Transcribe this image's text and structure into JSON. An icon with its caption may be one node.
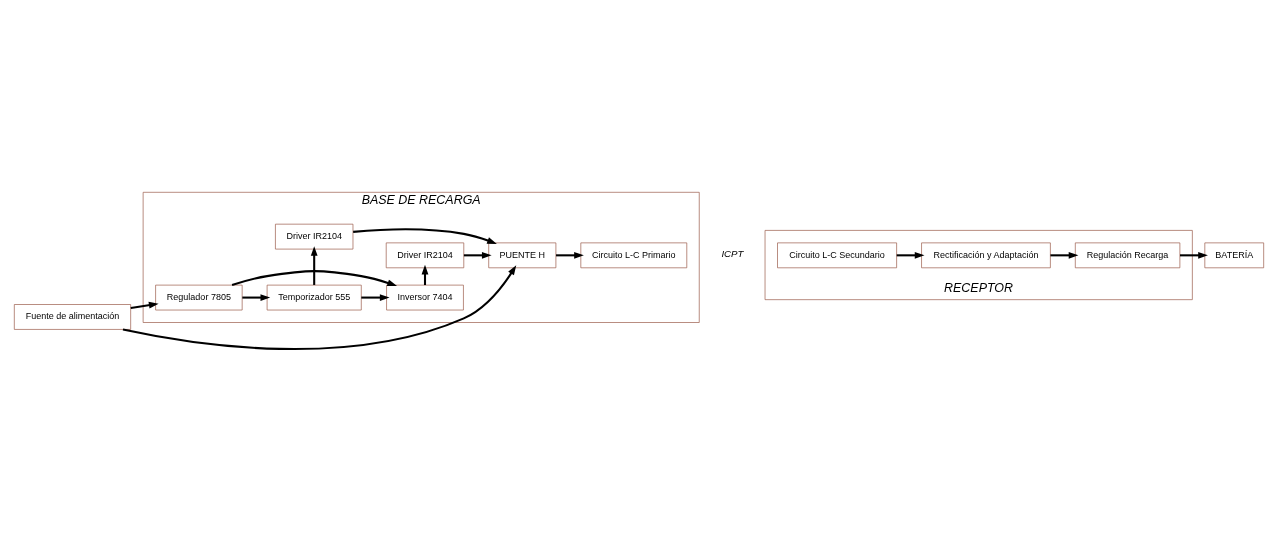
{
  "diagram": {
    "nodes": [
      {
        "text": [
          "Fuente de alimentación"
        ]
      },
      {
        "text": [
          "BASE DE RECARGA"
        ]
      },
      {
        "text": [
          "Circuito L-C Primario"
        ],
        "in": 1
      },
      {
        "text": [
          "Driver IR2104"
        ],
        "in": 1
      },
      {
        "text": [
          "PUENTE H"
        ],
        "in": 1
      },
      {
        "text": [
          "Driver IR2104"
        ],
        "in": 1
      },
      {
        "text": [
          "Regulador 7805"
        ],
        "in": 1
      },
      {
        "text": [
          "Temporizador 555"
        ],
        "in": 1
      },
      {
        "text": [
          "Inversor 7404"
        ],
        "in": 1
      },
      {
        "text": [
          "RECEPTOR"
        ]
      },
      {
        "text": [
          "Circuito L-C Secundario"
        ],
        "in": 9
      },
      {
        "text": [
          "Rectificación y Adaptación"
        ],
        "in": 9
      },
      {
        "text": [
          "Regulación Recarga"
        ],
        "in": 9
      },
      {
        "text": [
          "BATERÍA"
        ]
      }
    ],
    "edges": [
      {
        "from": 0,
        "to": 4,
        "arrow": "to"
      },
      {
        "from": 0,
        "to": 6,
        "arrow": "to"
      },
      {
        "from": 4,
        "to": 2,
        "arrow": "to"
      },
      {
        "from": 3,
        "to": 4,
        "arrow": "to"
      },
      {
        "from": 5,
        "to": 4,
        "arrow": "to"
      },
      {
        "from": 7,
        "to": 3,
        "arrow": "to"
      },
      {
        "from": 7,
        "to": 8,
        "arrow": "to"
      },
      {
        "from": 8,
        "to": 5,
        "arrow": "to"
      },
      {
        "from": 6,
        "to": 7,
        "arrow": "to"
      },
      {
        "from": 6,
        "to": 8,
        "arrow": "to"
      },
      {
        "from": 10,
        "to": 11,
        "arrow": "to"
      },
      {
        "from": 11,
        "to": 12,
        "arrow": "to"
      },
      {
        "from": 12,
        "to": 13,
        "arrow": "to"
      }
    ],
    "labels": [
      "ICPT"
    ]
  }
}
